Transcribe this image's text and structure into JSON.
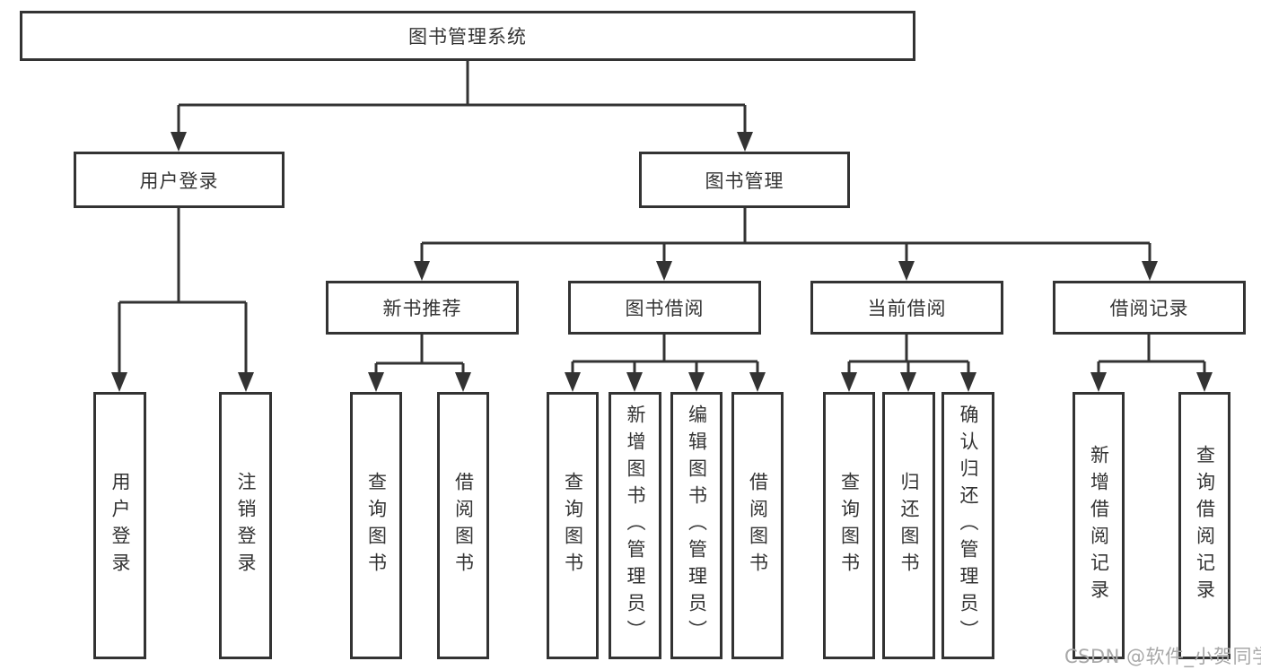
{
  "diagram": {
    "root": {
      "label": "图书管理系统"
    },
    "branches": [
      {
        "label": "用户登录"
      },
      {
        "label": "图书管理"
      }
    ],
    "modules": [
      {
        "label": "新书推荐"
      },
      {
        "label": "图书借阅"
      },
      {
        "label": "当前借阅"
      },
      {
        "label": "借阅记录"
      }
    ],
    "leaves": [
      {
        "label": "用户登录",
        "parent": "用户登录"
      },
      {
        "label": "注销登录",
        "parent": "用户登录"
      },
      {
        "label": "查询图书",
        "parent": "新书推荐"
      },
      {
        "label": "借阅图书",
        "parent": "新书推荐"
      },
      {
        "label": "查询图书",
        "parent": "图书借阅"
      },
      {
        "label": "新增图书（管理员）",
        "parent": "图书借阅"
      },
      {
        "label": "编辑图书（管理员）",
        "parent": "图书借阅"
      },
      {
        "label": "借阅图书",
        "parent": "图书借阅"
      },
      {
        "label": "查询图书",
        "parent": "当前借阅"
      },
      {
        "label": "归还图书",
        "parent": "当前借阅"
      },
      {
        "label": "确认归还（管理员）",
        "parent": "当前借阅"
      },
      {
        "label": "新增借阅记录",
        "parent": "借阅记录"
      },
      {
        "label": "查询借阅记录",
        "parent": "借阅记录"
      }
    ]
  },
  "watermark": {
    "text": "CSDN @软件_小贺同学"
  },
  "colors": {
    "line": "#333333",
    "text": "#333333",
    "background": "#ffffff",
    "watermark": "#a8a8a8"
  }
}
